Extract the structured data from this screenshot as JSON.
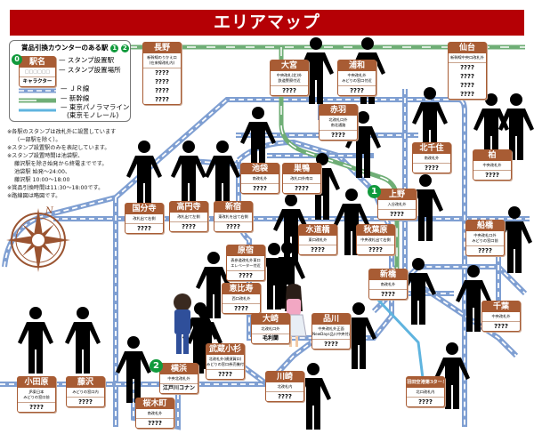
{
  "title": "エリアマップ",
  "legend": {
    "prize_counter": "賞品引換カウンターのある駅",
    "badge_1": "1",
    "badge_2": "2",
    "sample_badge": "0",
    "sample_station": "駅名",
    "sample_location": "□□□□□□",
    "sample_character": "キャラクター",
    "stamp_station": "スタンプ設置駅",
    "stamp_location": "スタンプ設置場所",
    "jr_line": "ＪＲ線",
    "shinkansen": "新幹線",
    "monorail": "東京パノラマライン",
    "monorail_sub": "(東京モノレール)"
  },
  "notes": [
    "※各駅のスタンプは改札外に設置しています",
    "（一部駅を除く）。",
    "※スタンプ設置駅のみを表記しています。",
    "※スタンプ設置時間は池袋駅、",
    "藤沢駅を除き始発から終電までです。",
    "池袋駅 始発〜24:00、",
    "藤沢駅 10:00〜18:00",
    "※賞品引換時間は11:30〜18:00です。",
    "※路線図は略図です。"
  ],
  "compass_label": "N",
  "colors": {
    "title": "#b50005",
    "station": "#a85c34",
    "jr": "#7f9fd2",
    "shinkansen": "#6fae76",
    "monorail": "#5fb4df",
    "badge": "#119a3c"
  },
  "stations": [
    {
      "name": "長野",
      "desc": [
        "新幹線のりかえ口",
        "(在来線改札内)"
      ],
      "codes": [
        "????",
        "????",
        "????",
        "????"
      ]
    },
    {
      "name": "大宮",
      "desc": [
        "中央改札(北)外",
        "鉄道警察付近"
      ],
      "codes": [
        "????"
      ]
    },
    {
      "name": "浦和",
      "desc": [
        "中央改札外",
        "みどりの窓口付近"
      ],
      "codes": [
        "????"
      ]
    },
    {
      "name": "仙台",
      "desc": [
        "新幹線中央口改札外"
      ],
      "codes": [
        "????",
        "????",
        "????",
        "????"
      ]
    },
    {
      "name": "赤羽",
      "desc": [
        "北改札口外",
        "南北通路"
      ],
      "codes": [
        "????"
      ]
    },
    {
      "name": "池袋",
      "desc": [
        "南改札外"
      ],
      "codes": [
        "????"
      ]
    },
    {
      "name": "巣鴨",
      "desc": [
        "改札口外南口"
      ],
      "codes": [
        "????"
      ]
    },
    {
      "name": "国分寺",
      "desc": [
        "改札出て右側"
      ],
      "codes": [
        "????"
      ]
    },
    {
      "name": "高円寺",
      "desc": [
        "改札出て左側"
      ],
      "codes": [
        "????"
      ]
    },
    {
      "name": "新宿",
      "desc": [
        "東改札を出て右側"
      ],
      "codes": [
        "????"
      ]
    },
    {
      "name": "北千住",
      "desc": [
        "南改札外"
      ],
      "codes": [
        "????"
      ]
    },
    {
      "name": "柏",
      "desc": [
        "中央改札外"
      ],
      "codes": [
        "????"
      ]
    },
    {
      "name": "上野",
      "desc": [
        "入谷改札外"
      ],
      "codes": [
        "????"
      ],
      "badge": "1"
    },
    {
      "name": "水道橋",
      "desc": [
        "東口改札外"
      ],
      "codes": [
        "????"
      ]
    },
    {
      "name": "秋葉原",
      "desc": [
        "中央改札出て右側"
      ],
      "codes": [
        "????"
      ]
    },
    {
      "name": "船橋",
      "desc": [
        "中央改札口外",
        "みどりの窓口前"
      ],
      "codes": [
        "????"
      ]
    },
    {
      "name": "原宿",
      "desc": [
        "表参道改札外東口",
        "エレベーター付近"
      ],
      "codes": [
        "????"
      ]
    },
    {
      "name": "新橋",
      "desc": [
        "南改札外"
      ],
      "codes": [
        "????"
      ]
    },
    {
      "name": "恵比寿",
      "desc": [
        "西口改札外"
      ],
      "codes": [
        "????"
      ]
    },
    {
      "name": "千葉",
      "desc": [
        "中央改札外"
      ],
      "codes": [
        "????"
      ]
    },
    {
      "name": "大崎",
      "desc": [
        "北改札口外"
      ],
      "codes": [
        "毛利蘭"
      ],
      "character": true
    },
    {
      "name": "品川",
      "desc": [
        "中央改札外正面",
        "NewDays品川中央付近"
      ],
      "codes": [
        "????"
      ]
    },
    {
      "name": "武蔵小杉",
      "desc": [
        "北改札外(横須賀口)",
        "みどりの窓口券売機付近"
      ],
      "codes": [
        "????"
      ]
    },
    {
      "name": "横浜",
      "desc": [
        "中央北改札外"
      ],
      "codes": [
        "江戸川コナン"
      ],
      "badge": "2",
      "character": true
    },
    {
      "name": "小田原",
      "desc": [
        "JR東日本",
        "みどりの窓口前"
      ],
      "codes": [
        "????"
      ]
    },
    {
      "name": "藤沢",
      "desc": [
        "みどりの窓口内"
      ],
      "codes": [
        "????"
      ]
    },
    {
      "name": "桜木町",
      "desc": [
        "南改札外"
      ],
      "codes": [
        "????"
      ]
    },
    {
      "name": "川崎",
      "desc": [
        "北改札内"
      ],
      "codes": [
        "????"
      ]
    },
    {
      "name": "羽田空港第3ターミナル",
      "desc": [
        "北口改札内"
      ],
      "codes": [
        "????"
      ],
      "small": true
    }
  ]
}
